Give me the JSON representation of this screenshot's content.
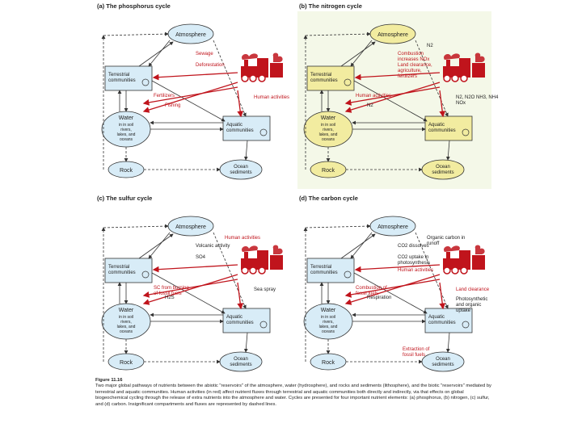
{
  "colors": {
    "box": "#d8ecf7",
    "yellow": "#f2eca0",
    "panel": "#f4f8e8",
    "red": "#c0141c",
    "line": "#333333"
  },
  "panels": [
    {
      "title": "(a) The phosphorus cycle",
      "nodes": {
        "atmosphere": "Atmosphere",
        "terrestrial": "Terrestrial communities",
        "water": "Water",
        "water_sub": "in in soil rivers, lakes, and oceans",
        "aquatic": "Aquatic communities",
        "rock": "Rock",
        "ocean": "Ocean sediments"
      },
      "labels": [
        "Sewage",
        "Deforestation",
        "Fertilizers",
        "Fishing",
        "Human activities"
      ]
    },
    {
      "title": "(b) The nitrogen cycle",
      "nodes": {
        "atmosphere": "Atmosphere",
        "terrestrial": "Terrestrial communities",
        "water": "Water",
        "water_sub": "in in soil rivers, lakes, and oceans",
        "aquatic": "Aquatic communities",
        "rock": "Rock",
        "ocean": "Ocean sediments"
      },
      "labels": [
        "Combustion increases NOx",
        "Land clearance, agriculture, fertilizers",
        "Human activities",
        "N2",
        "N2, N2O NH3, NH4 NOx",
        "N2"
      ]
    },
    {
      "title": "(c) The sulfur cycle",
      "nodes": {
        "atmosphere": "Atmosphere",
        "terrestrial": "Terrestrial communities",
        "water": "Water",
        "water_sub": "in in soil rivers, lakes, and oceans",
        "aquatic": "Aquatic communities",
        "rock": "Rock",
        "ocean": "Ocean sediments"
      },
      "labels": [
        "Volcanic activity",
        "SO4",
        "SC from burning of fossil fuels",
        "H2S",
        "Sea spray",
        "Human activities"
      ]
    },
    {
      "title": "(d) The carbon cycle",
      "nodes": {
        "atmosphere": "Atmosphere",
        "terrestrial": "Terrestrial communities",
        "water": "Water",
        "water_sub": "in in soil rivers, lakes, and oceans",
        "aquatic": "Aquatic communities",
        "rock": "Rock",
        "ocean": "Ocean sediments"
      },
      "labels": [
        "CO2 dissolves",
        "CO2 uptake in photosynthesis",
        "Combustion of fossil fuels",
        "Respiration",
        "Land clearance",
        "Organic carbon in runoff",
        "Human activities",
        "Photosynthetic and organic uptake",
        "Extraction of fossil fuels"
      ]
    }
  ],
  "caption": {
    "title": "Figure 11.16",
    "text": "Two major global pathways of nutrients between the abiotic \"reservoirs\" of the atmosphere, water (hydrosphere), and rocks and sediments (lithosphere), and the biotic \"reservoirs\" mediated by terrestrial and aquatic communities. Human activities (in red) affect nutrient fluxes through terrestrial and aquatic communities both directly and indirectly, via that effects on global biogeochemical cycling through the release of extra nutrients into the atmosphere and water. Cycles are presented for four important nutrient elements: (a) phosphorus, (b) nitrogen, (c) sulfur, and (d) carbon. Insignificant compartments and fluxes are represented by dashed lines."
  }
}
